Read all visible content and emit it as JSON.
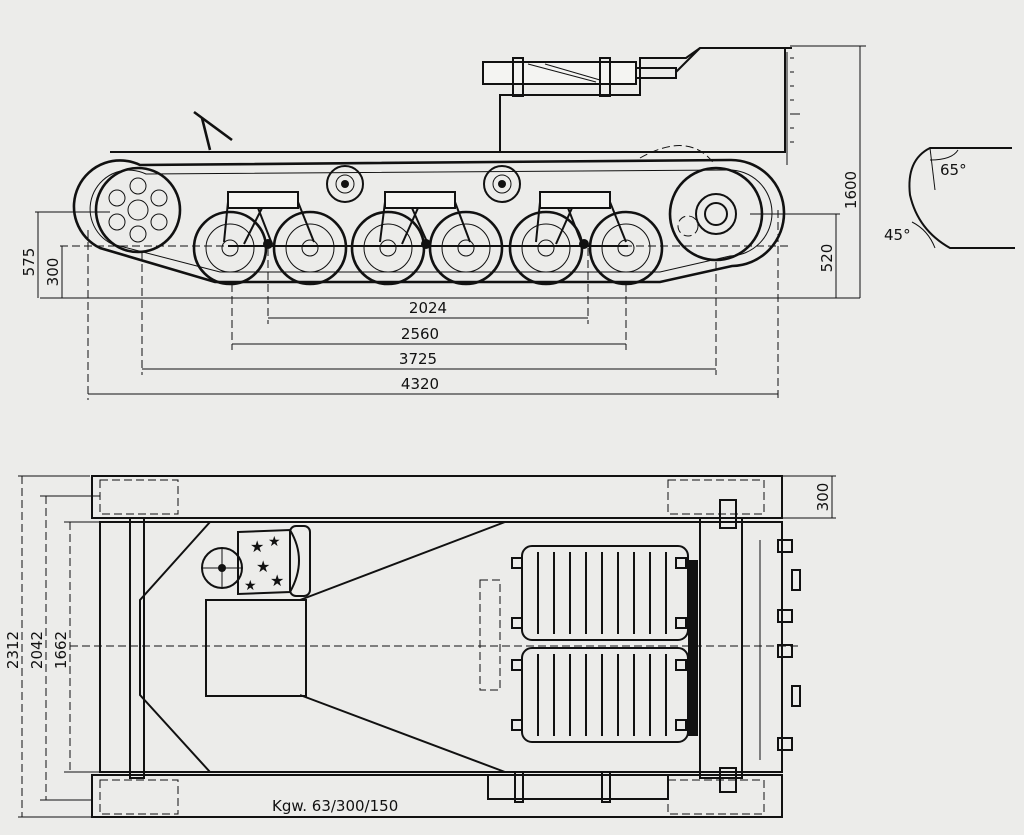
{
  "side_view": {
    "length_dims": [
      "2024",
      "2560",
      "3725",
      "4320"
    ],
    "height_dims": {
      "overall": "1600",
      "right": "520",
      "left_upper": "575",
      "left_lower": "300"
    }
  },
  "angle_detail": {
    "upper": "65°",
    "lower": "45°"
  },
  "plan_view": {
    "width_dims": [
      "2312",
      "2042",
      "1662"
    ],
    "track_width": "300",
    "caption": "Kgw. 63/300/150"
  }
}
